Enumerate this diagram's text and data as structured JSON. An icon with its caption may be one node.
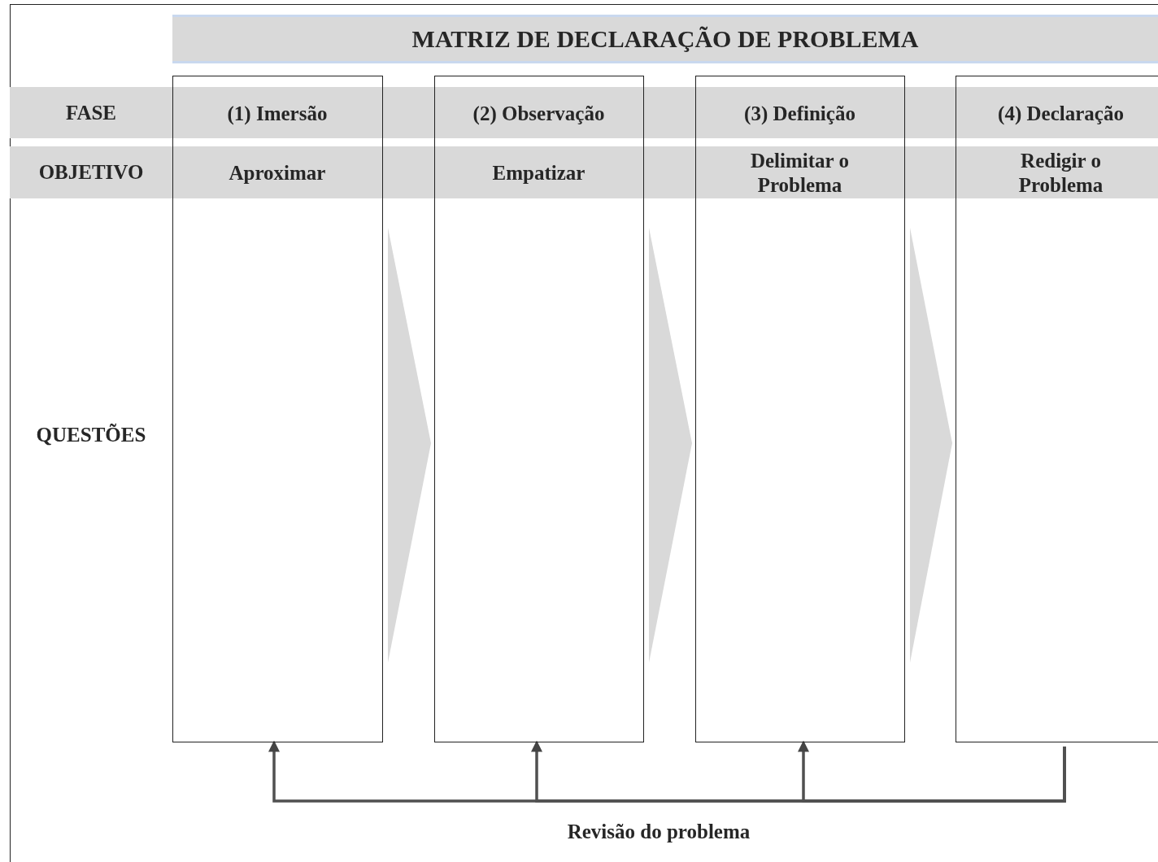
{
  "diagram": {
    "title": "MATRIZ DE DECLARAÇÃO DE PROBLEMA",
    "nodes": [
      {
        "text": [
          "(1) Imersão",
          "Aproximar"
        ]
      },
      {
        "text": [
          "(2) Observação",
          "Empatizar"
        ]
      },
      {
        "text": [
          "(3) Definição",
          "Delimitar o Problema"
        ]
      },
      {
        "text": [
          "(4) Declaração",
          "Redigir o Problema"
        ]
      }
    ],
    "edges": [
      {
        "from": 0,
        "to": 1,
        "arrow": "to"
      },
      {
        "from": 1,
        "to": 2,
        "arrow": "to"
      },
      {
        "from": 2,
        "to": 3,
        "arrow": "to"
      },
      {
        "from": 3,
        "to": 0,
        "arrow": "to"
      },
      {
        "from": 3,
        "to": 1,
        "arrow": "to"
      },
      {
        "from": 3,
        "to": 2,
        "arrow": "to"
      }
    ],
    "labels": [
      "FASE",
      "OBJETIVO",
      "QUESTÕES",
      "Revisão do problema"
    ]
  }
}
